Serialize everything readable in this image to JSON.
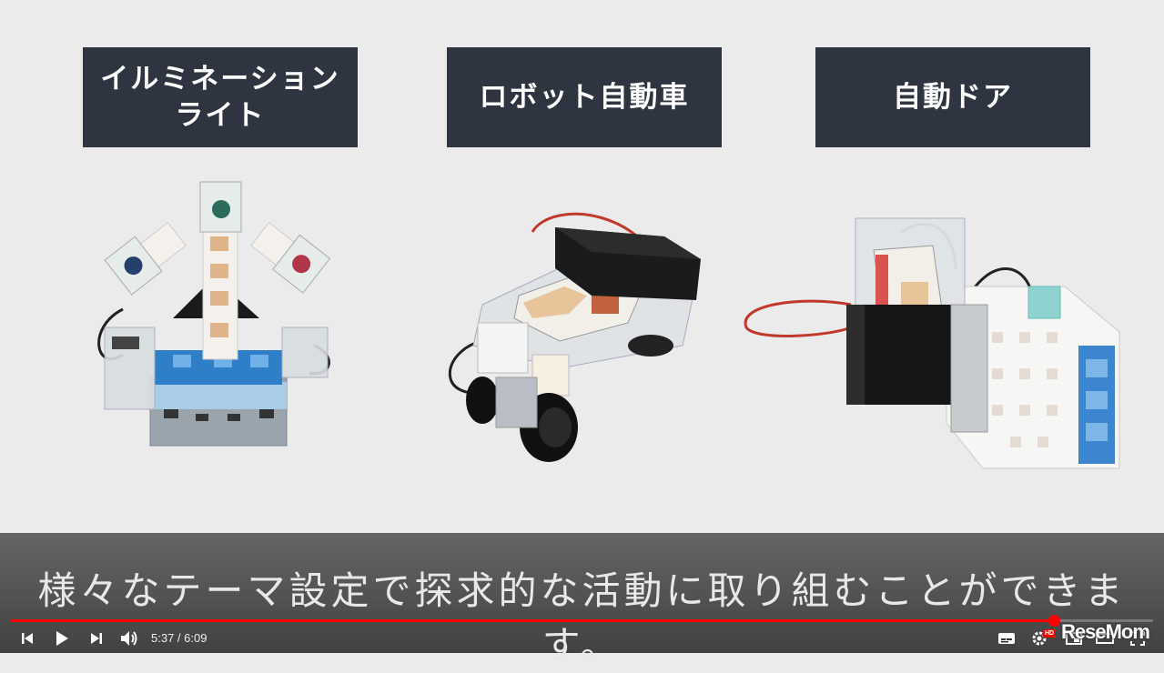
{
  "cards": [
    {
      "title": "イルミネーション\nライト"
    },
    {
      "title": "ロボット自動車"
    },
    {
      "title": "自動ドア"
    }
  ],
  "subtitle": "様々なテーマ設定で探求的な活動に取り組むことができます。",
  "player": {
    "current_time": "5:37",
    "separator": " / ",
    "duration": "6:09",
    "progress_fraction": 0.913,
    "hd_label": "HD",
    "accent_color": "#ff0000"
  },
  "brand": {
    "name": "ReseMom"
  },
  "icons": [
    "previous-icon",
    "play-icon",
    "next-icon",
    "volume-icon",
    "captions-icon",
    "settings-icon",
    "miniplayer-icon",
    "theater-icon",
    "fullscreen-icon"
  ]
}
